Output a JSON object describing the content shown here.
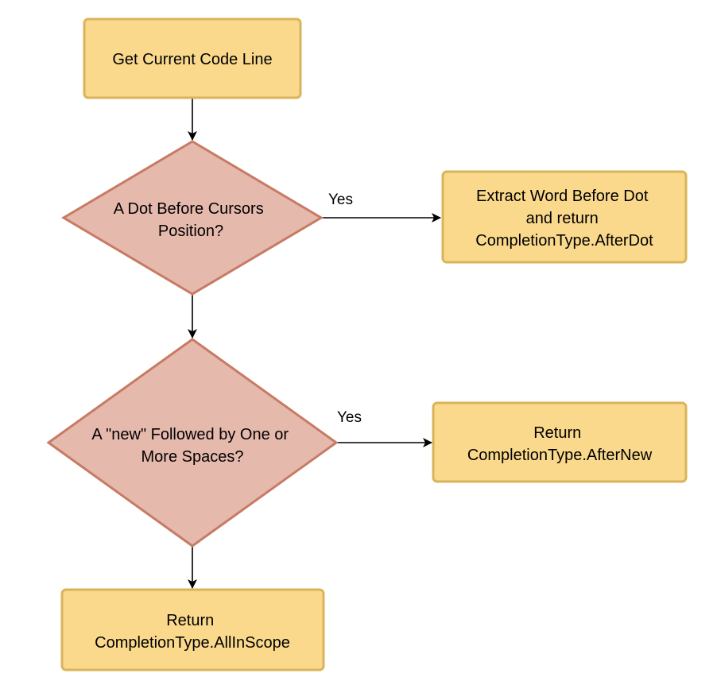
{
  "colors": {
    "process_fill": "#fad98c",
    "process_stroke": "#d9b45a",
    "decision_fill": "#e6b9ad",
    "decision_stroke": "#c77b64",
    "edge": "#000000",
    "background": "#ffffff"
  },
  "nodes": {
    "get_line": {
      "type": "process",
      "lines": [
        "Get Current Code Line"
      ]
    },
    "dot_decision": {
      "type": "decision",
      "lines": [
        "A Dot Before Cursors",
        "Position?"
      ]
    },
    "after_dot": {
      "type": "process",
      "lines": [
        "Extract Word  Before Dot",
        "and return",
        "CompletionType.AfterDot"
      ]
    },
    "new_decision": {
      "type": "decision",
      "lines": [
        "A \"new\" Followed by One or",
        "More Spaces?"
      ]
    },
    "after_new": {
      "type": "process",
      "lines": [
        "Return",
        "CompletionType.AfterNew"
      ]
    },
    "all_in_scope": {
      "type": "process",
      "lines": [
        "Return",
        "CompletionType.AllInScope"
      ]
    }
  },
  "edges": {
    "e1": {
      "from": "get_line",
      "to": "dot_decision",
      "label": ""
    },
    "e2": {
      "from": "dot_decision",
      "to": "after_dot",
      "label": "Yes"
    },
    "e3": {
      "from": "dot_decision",
      "to": "new_decision",
      "label": ""
    },
    "e4": {
      "from": "new_decision",
      "to": "after_new",
      "label": "Yes"
    },
    "e5": {
      "from": "new_decision",
      "to": "all_in_scope",
      "label": ""
    }
  }
}
